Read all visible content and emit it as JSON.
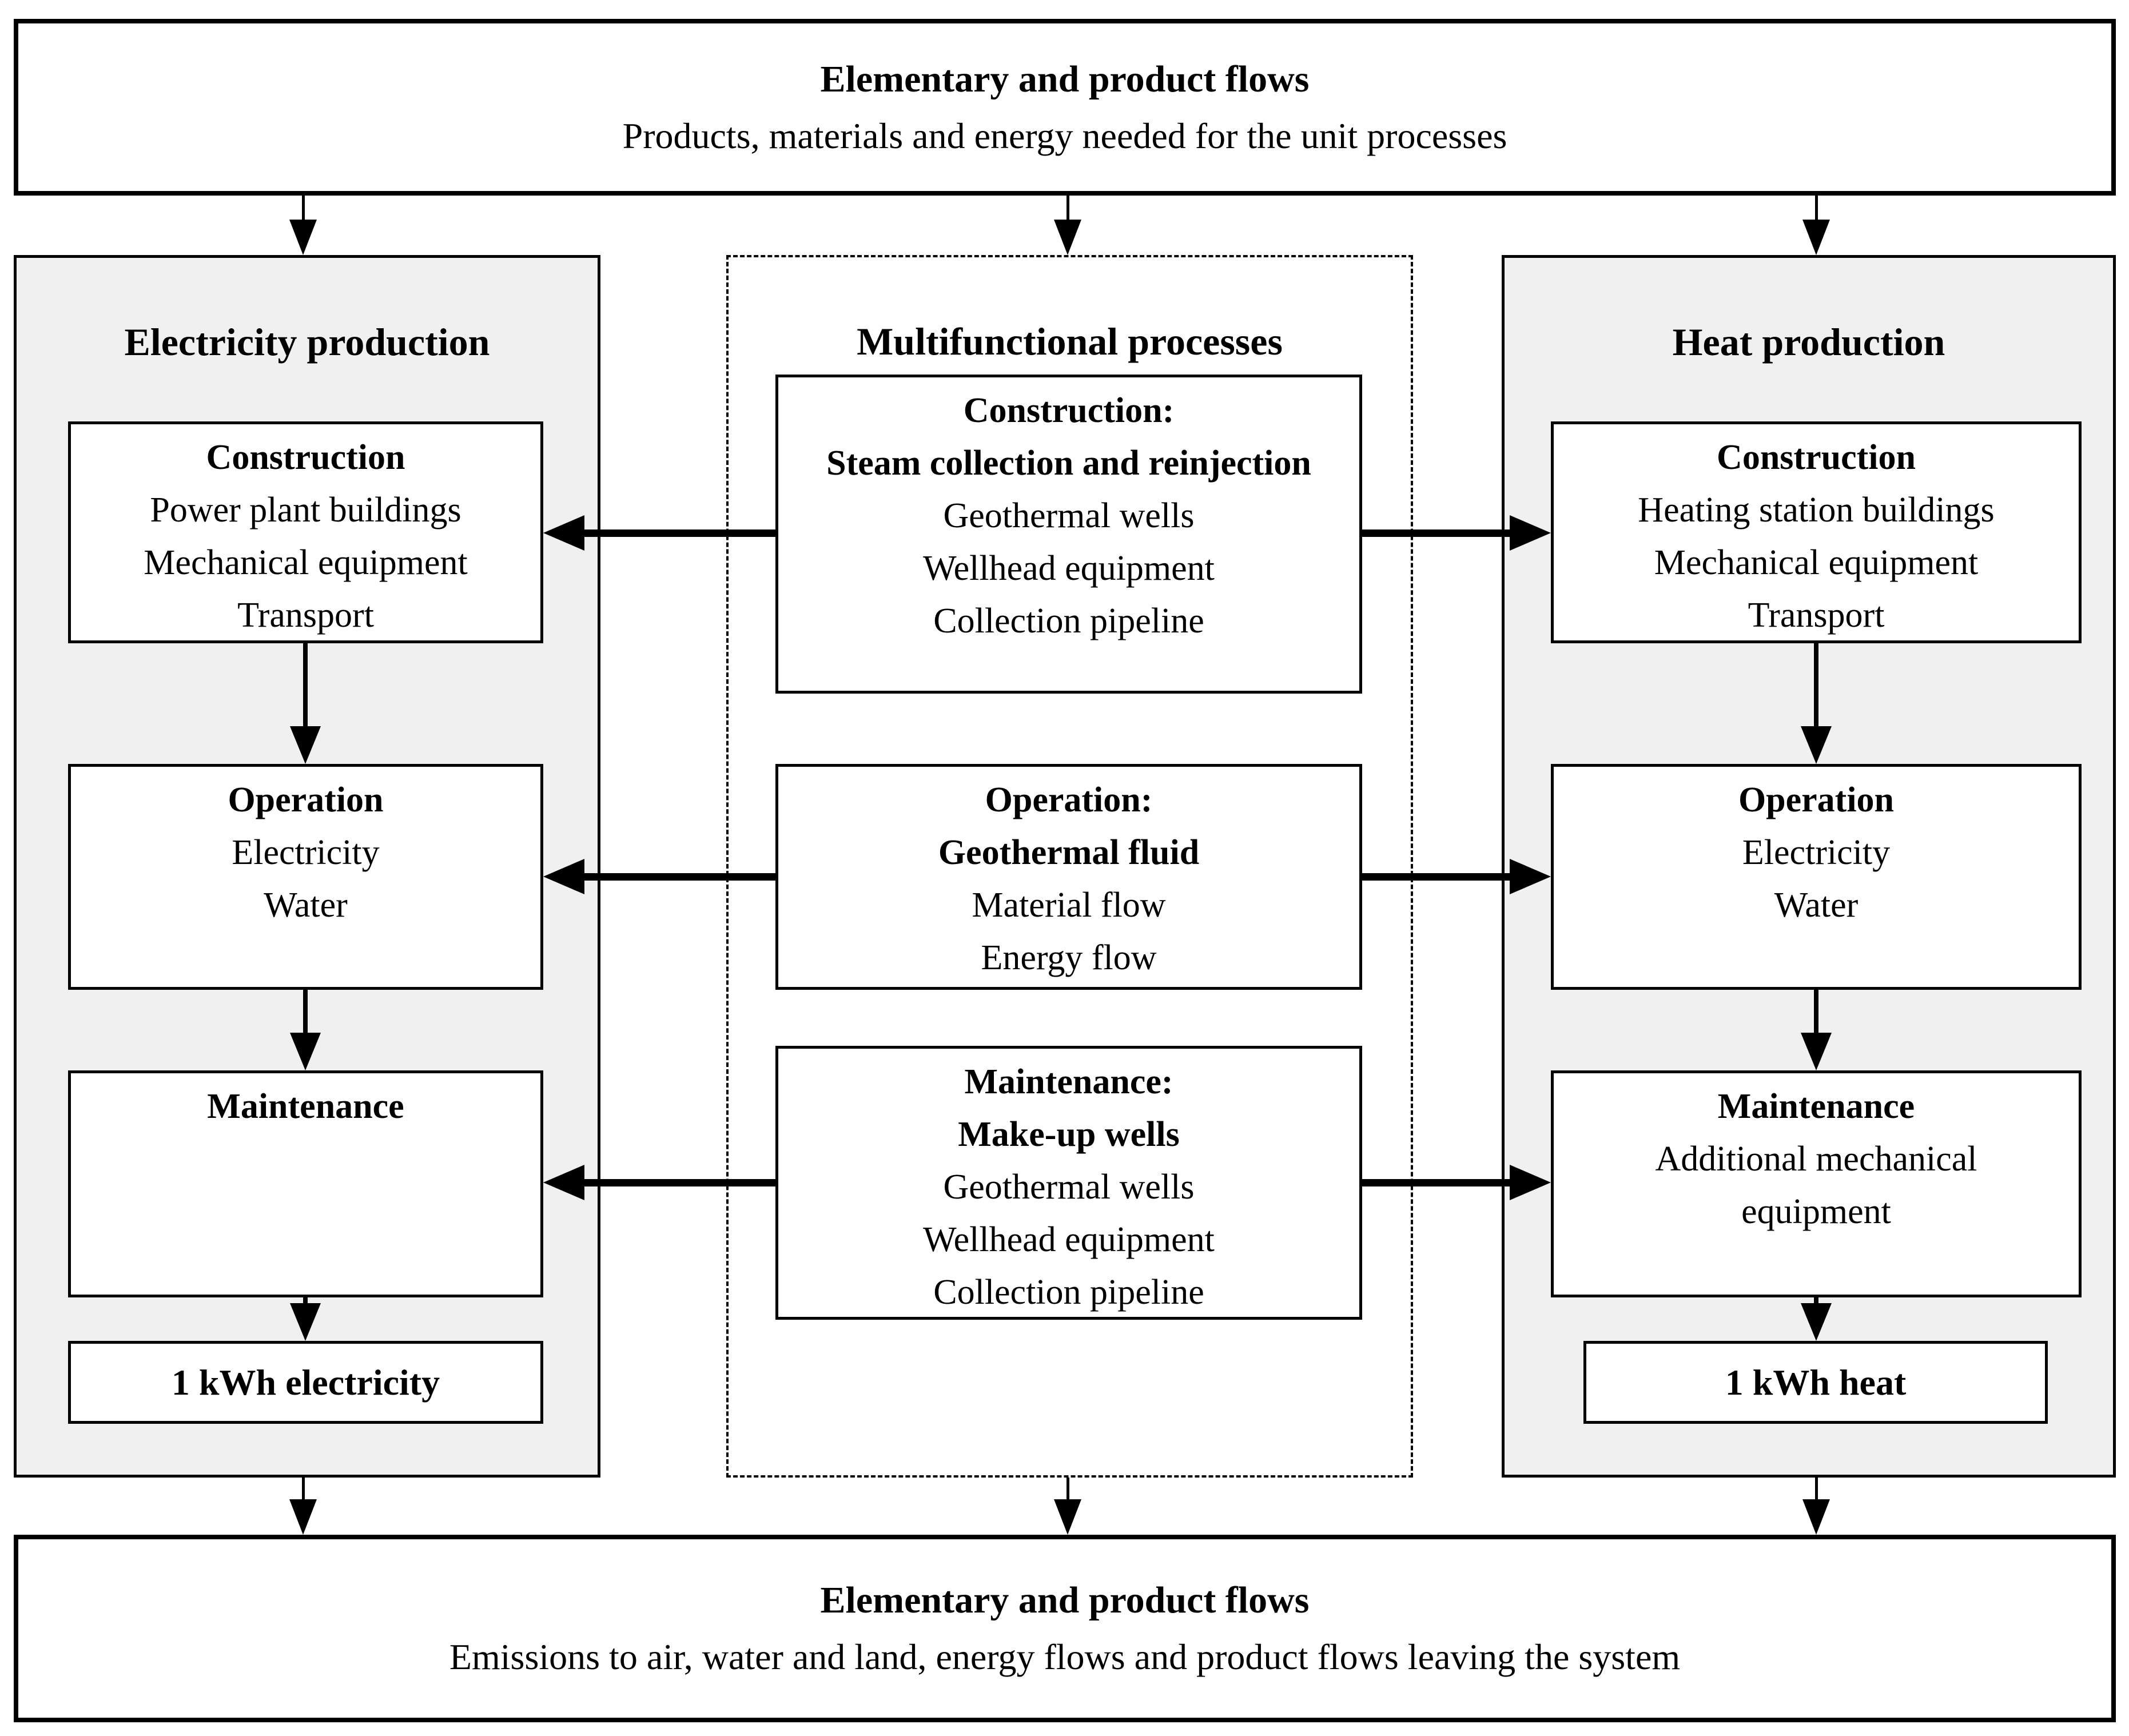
{
  "top_box": {
    "title": "Elementary and product flows",
    "subtitle": "Products, materials and energy needed for the unit processes"
  },
  "columns": {
    "electricity": {
      "title": "Electricity production",
      "construction": {
        "title": "Construction",
        "lines": [
          "Power plant buildings",
          "Mechanical equipment",
          "Transport"
        ]
      },
      "operation": {
        "title": "Operation",
        "lines": [
          "Electricity",
          "Water"
        ]
      },
      "maintenance": {
        "title": "Maintenance",
        "lines": []
      },
      "output": "1 kWh electricity"
    },
    "multifunctional": {
      "title": "Multifunctional processes",
      "construction": {
        "title": "Construction:",
        "subtitle": "Steam collection and reinjection",
        "lines": [
          "Geothermal wells",
          "Wellhead equipment",
          "Collection pipeline"
        ]
      },
      "operation": {
        "title": "Operation:",
        "subtitle": "Geothermal fluid",
        "lines": [
          "Material flow",
          "Energy flow"
        ]
      },
      "maintenance": {
        "title": "Maintenance:",
        "subtitle": "Make-up wells",
        "lines": [
          "Geothermal wells",
          "Wellhead equipment",
          "Collection pipeline"
        ]
      }
    },
    "heat": {
      "title": "Heat production",
      "construction": {
        "title": "Construction",
        "lines": [
          "Heating station buildings",
          "Mechanical equipment",
          "Transport"
        ]
      },
      "operation": {
        "title": "Operation",
        "lines": [
          "Electricity",
          "Water"
        ]
      },
      "maintenance": {
        "title": "Maintenance",
        "lines": [
          "Additional mechanical equipment"
        ]
      },
      "output": "1 kWh heat"
    }
  },
  "bottom_box": {
    "title": "Elementary and product flows",
    "subtitle": "Emissions to air, water and land, energy flows and product flows leaving the system"
  },
  "colors": {
    "panel_bg": "#f0f0f0",
    "box_bg": "#ffffff",
    "line": "#000000"
  }
}
